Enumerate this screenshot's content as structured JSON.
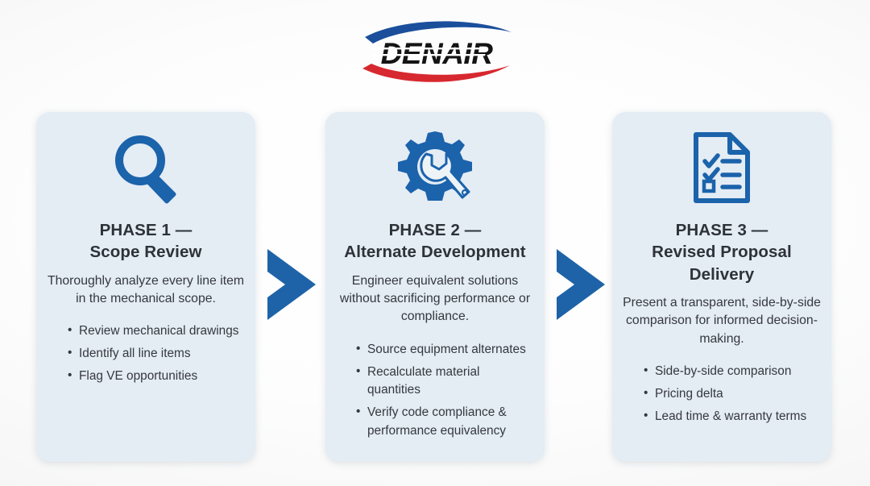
{
  "brand": {
    "name": "DENAIR",
    "logo_icon": "denair-logo",
    "swoosh_top_color": "#1b4f9c",
    "swoosh_bottom_color": "#d7282f",
    "wordmark_color": "#1a1a1a"
  },
  "theme": {
    "page_background": "#ffffff",
    "card_background": "#e4ecf4",
    "accent_blue": "#1b63ab",
    "arrow_blue": "#1e63a8",
    "title_color": "#2d3338",
    "body_color": "#34393e"
  },
  "arrows": [
    {
      "name": "chevron-right-icon-1",
      "color": "#1e63a8"
    },
    {
      "name": "chevron-right-icon-2",
      "color": "#1e63a8"
    }
  ],
  "cards": [
    {
      "icon": "magnifying-glass-icon",
      "title_line1": "PHASE 1 —",
      "title_line2": "Scope Review",
      "description": "Thoroughly analyze every line item in the mechanical scope.",
      "bullets": [
        "Review mechanical drawings",
        "Identify all line items",
        "Flag VE opportunities"
      ]
    },
    {
      "icon": "gear-wrench-icon",
      "title_line1": "PHASE 2 —",
      "title_line2": "Alternate Development",
      "description": "Engineer equivalent solutions without sacrificing performance or compliance.",
      "bullets": [
        "Source equipment alternates",
        "Recalculate material quantities",
        "Verify code compliance & performance equivalency"
      ]
    },
    {
      "icon": "document-checklist-icon",
      "title_line1": "PHASE 3 —",
      "title_line2": "Revised Proposal Delivery",
      "description": "Present a transparent, side-by-side comparison for informed decision-making.",
      "bullets": [
        "Side-by-side comparison",
        "Pricing delta",
        "Lead time & warranty terms"
      ]
    }
  ]
}
